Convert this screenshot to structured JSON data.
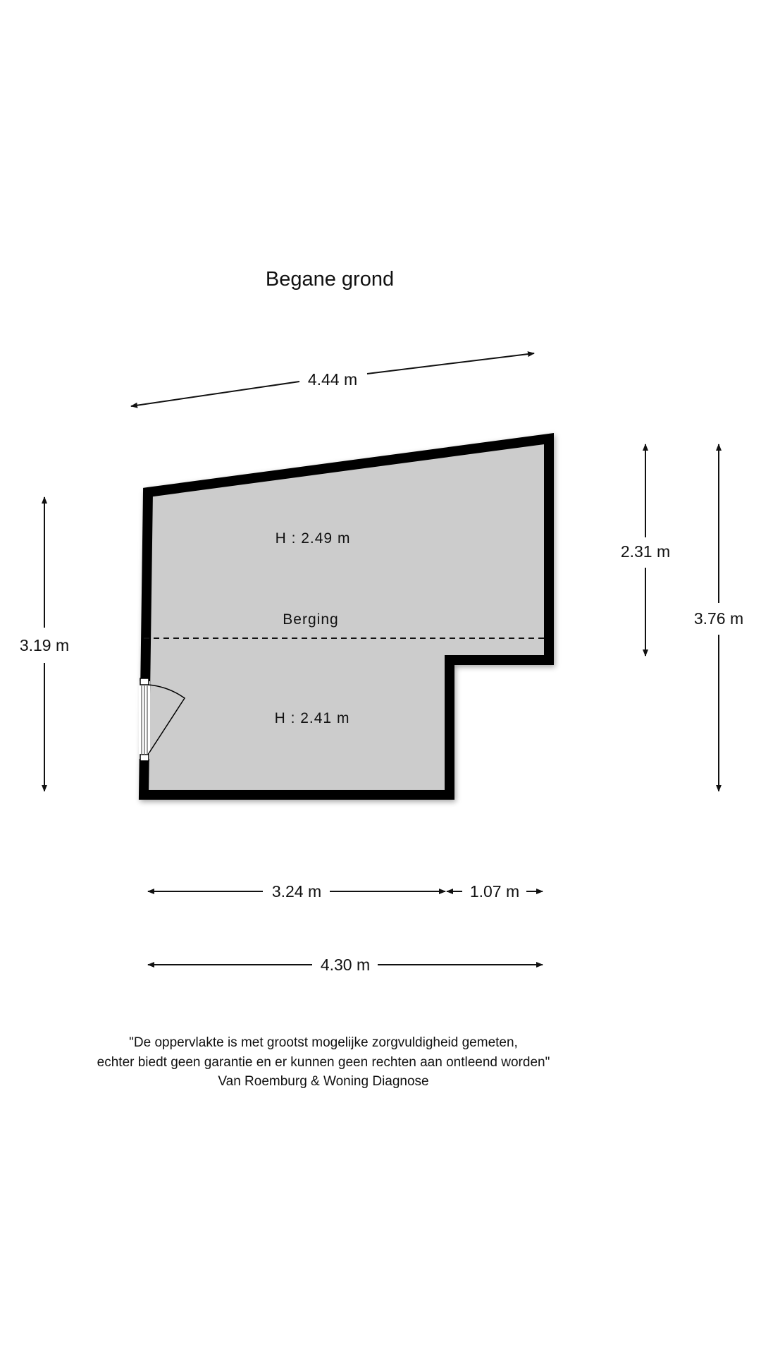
{
  "floor_title": "Begane grond",
  "room": {
    "name": "Berging",
    "height_upper": "H : 2.49 m",
    "height_lower": "H : 2.41 m"
  },
  "dimensions": {
    "top_diagonal": "4.44 m",
    "left_height": "3.19 m",
    "right_inner_height": "2.31 m",
    "right_total_height": "3.76 m",
    "bottom_left": "3.24 m",
    "bottom_right": "1.07 m",
    "bottom_total": "4.30 m"
  },
  "disclaimer": {
    "line1": "\"De oppervlakte is met grootst mogelijke zorgvuldigheid gemeten,",
    "line2": "echter biedt geen garantie en er kunnen geen rechten aan ontleend worden\"",
    "line3": "Van Roemburg & Woning Diagnose"
  },
  "colors": {
    "wall": "#000000",
    "floor": "#cccccc",
    "text": "#111111"
  }
}
